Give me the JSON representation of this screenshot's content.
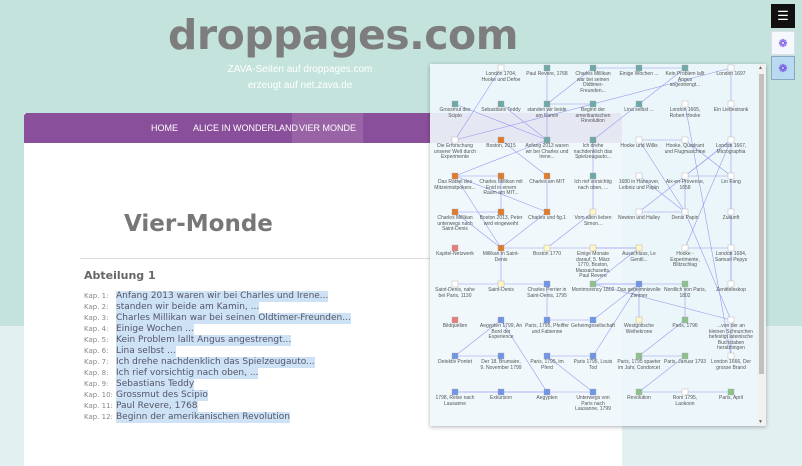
{
  "site": {
    "logo": "droppages.com",
    "subtitle1": "ZAVA-Seiten auf droppages.com",
    "subtitle2": "erzeugt auf net.zava.de"
  },
  "nav": {
    "items": [
      {
        "label": "HOME"
      },
      {
        "label": "ALICE IN WONDERLAND"
      },
      {
        "label": "VIER MONDE",
        "active": true
      }
    ]
  },
  "page": {
    "title": "Vier-Monde",
    "section": "Abteilung 1"
  },
  "chapters": [
    {
      "kap": "Kap. 1:",
      "text": "Anfang 2013 waren wir bei Charles und Irene..."
    },
    {
      "kap": "Kap. 2:",
      "text": "standen wir beide am Kamin, ..."
    },
    {
      "kap": "Kap. 3:",
      "text": "Charles Millikan war bei seinen Oldtimer-Freunden..."
    },
    {
      "kap": "Kap. 4:",
      "text": "Einige Wochen ..."
    },
    {
      "kap": "Kap. 5:",
      "text": "Kein Problem lallt Angus angestrengt..."
    },
    {
      "kap": "Kap. 6:",
      "text": "Lina selbst ..."
    },
    {
      "kap": "Kap. 7:",
      "text": "Ich drehe nachdenklich das Spielzeugauto..."
    },
    {
      "kap": "Kap. 8:",
      "text": "Ich rief vorsichtig nach oben, ..."
    },
    {
      "kap": "Kap. 9:",
      "text": "Sebastians Teddy"
    },
    {
      "kap": "Kap. 10:",
      "text": "Grossmut des Scipio"
    },
    {
      "kap": "Kap. 11:",
      "text": "Paul Revere, 1768"
    },
    {
      "kap": "Kap. 12:",
      "text": "Beginn der amerikanischen Revolution"
    }
  ],
  "sidebar_buttons": [
    {
      "icon": "menu-icon",
      "glyph": "☰"
    },
    {
      "icon": "network-icon",
      "glyph": "❁"
    },
    {
      "icon": "network-icon",
      "glyph": "❁",
      "active": true
    }
  ],
  "colors": {
    "teal": "#6fa8a8",
    "orange": "#e07b2c",
    "red": "#e87b7b",
    "yellow": "#fff6c8",
    "blue": "#6f94e8",
    "green": "#8cc08c",
    "white": "#ffffff",
    "edge": "#9a9af0",
    "nav": "#8a4f9a"
  },
  "graph": {
    "nodes": [
      {
        "label": "Paul Revere, 1768",
        "c": "teal"
      },
      {
        "label": "Charles Millikan war bei seinen Oldtimer-Freunden...",
        "c": "teal"
      },
      {
        "label": "Einige Wochen ...",
        "c": "teal"
      },
      {
        "label": "Kein Problem lallt Angus angestrengt...",
        "c": "teal"
      },
      {
        "label": "standen wir beide am Kamin",
        "c": "teal"
      },
      {
        "label": "Beginn der amerikanischen Revolution",
        "c": "teal"
      },
      {
        "label": "Sebastians Teddy",
        "c": "teal"
      },
      {
        "label": "Lina selbst ...",
        "c": "teal"
      },
      {
        "label": "Grossmut des Scipio",
        "c": "teal"
      },
      {
        "label": "Anfang 2013 waren wir bei Charles und Irene...",
        "c": "teal"
      },
      {
        "label": "Ich drehe nachdenklich das Spielzeugauto...",
        "c": "teal"
      },
      {
        "label": "Boston, 2015",
        "c": "orange"
      },
      {
        "label": "Charles am MIT",
        "c": "orange"
      },
      {
        "label": "Ich rief vorsichtig nach oben, ...",
        "c": "teal"
      },
      {
        "label": "Charles Millikan mit Enid in einem Raum am MIT...",
        "c": "orange"
      },
      {
        "label": "Das Rätsel des Mitzeimistpokers...",
        "c": "orange"
      },
      {
        "label": "Charles und fig.1",
        "c": "orange"
      },
      {
        "label": "Boston 2013, Peter wird eingeweiht",
        "c": "orange"
      },
      {
        "label": "Vom alten lieben Simon...",
        "c": "yellow"
      },
      {
        "label": "Boston 1770",
        "c": "yellow"
      },
      {
        "label": "Charles Millikan unterwegs nach Saint-Denis",
        "c": "orange"
      },
      {
        "label": "Millikan in Saint-Denis",
        "c": "orange"
      },
      {
        "label": "Einige Monate darauf, 5. März 1770, Boston, Massachusetts, Paul Revere",
        "c": "yellow"
      },
      {
        "label": "Ausschluss, Le Gentil...",
        "c": "yellow"
      },
      {
        "label": "Kapitel-Netzwerk",
        "c": "red"
      },
      {
        "label": "Saint-Denis",
        "c": "yellow"
      },
      {
        "label": "Saint-Denis, nahe bei Paris, 1130",
        "c": "white"
      },
      {
        "label": "Montmorency 1802",
        "c": "green"
      },
      {
        "label": "Charles Perrier in Saint-Denis, 1795",
        "c": "blue"
      },
      {
        "label": "Das geheimnisvolle Zimmer",
        "c": "blue"
      },
      {
        "label": "Bildquellen",
        "c": "red"
      },
      {
        "label": "Paris, 1795, Pfeiffer und Fabienne",
        "c": "blue"
      },
      {
        "label": "Geheimgesellschaft",
        "c": "blue"
      },
      {
        "label": "Westgotische Weihekrone",
        "c": "yellow"
      },
      {
        "label": "Nordlich von Paris, 1802",
        "c": "green"
      },
      {
        "label": "Paris, 1796",
        "c": "green"
      },
      {
        "label": "Paris 1795, Louis Tod",
        "c": "blue"
      },
      {
        "label": "Der 18. Brumaire, 9. November 1799",
        "c": "blue"
      },
      {
        "label": "Paris, 1795 spaeter im Jahr, Condorcet",
        "c": "green"
      },
      {
        "label": "Detektiv Pontet",
        "c": "blue"
      },
      {
        "label": "Paris, 1795, im Pferd",
        "c": "blue"
      },
      {
        "label": "Aegypten 1799, An Bord der Experience",
        "c": "blue"
      },
      {
        "label": "Paris, Januar 1793",
        "c": "green"
      },
      {
        "label": "Unterwegs von Paris nach Lausanne, 1799",
        "c": "blue"
      },
      {
        "label": "Aegypten",
        "c": "blue"
      },
      {
        "label": "Exkursion",
        "c": "blue"
      },
      {
        "label": "1798, Reise nach Lausanne",
        "c": "blue"
      },
      {
        "label": "Revolution",
        "c": "green"
      },
      {
        "label": "Rom 1795, Laokoon",
        "c": "white"
      },
      {
        "label": "Paris, April",
        "c": "green"
      },
      {
        "label": "Hooke, Quadrant und Flugmaschine",
        "c": "white"
      },
      {
        "label": "Hooke und Willis",
        "c": "white"
      },
      {
        "label": "1680 in Hannover, Leibniz und Papin",
        "c": "white"
      },
      {
        "label": "Aix-en-Provence, 1658",
        "c": "white"
      },
      {
        "label": "Lin Fang",
        "c": "white"
      },
      {
        "label": "Denis Papin",
        "c": "white"
      },
      {
        "label": "Newton und Halley",
        "c": "white"
      },
      {
        "label": "London 1667, Micrographia",
        "c": "white"
      },
      {
        "label": "Zukunft",
        "c": "white"
      },
      {
        "label": "Hooke - Experimente, Blitzschlag",
        "c": "white"
      },
      {
        "label": "London 1684, Samuel Pepys",
        "c": "white"
      },
      {
        "label": "Zenitteleskop",
        "c": "white"
      },
      {
        "label": "...von der an kleinen Schnurchen befestigt lateinische Buchstaben herabhingen",
        "c": "white"
      },
      {
        "label": "London 1666, Der grosse Brand",
        "c": "white"
      },
      {
        "label": "London 1665, Robert Hooke",
        "c": "white"
      },
      {
        "label": "Ein Liebestrank",
        "c": "white"
      },
      {
        "label": "London 1697",
        "c": "white"
      },
      {
        "label": "Die Erforschung unserer Welt durch Experimente",
        "c": "white"
      },
      {
        "label": "London 1704, Hooke und Defoe",
        "c": "white"
      }
    ]
  }
}
